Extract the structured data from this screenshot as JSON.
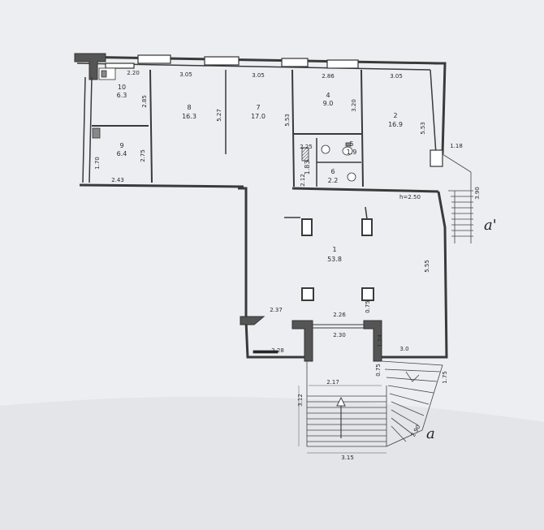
{
  "plan": {
    "rooms": [
      {
        "num": "10",
        "area": "6.3"
      },
      {
        "num": "8",
        "area": "16.3"
      },
      {
        "num": "7",
        "area": "17.0"
      },
      {
        "num": "4",
        "area": "9.0"
      },
      {
        "num": "2",
        "area": "16.9"
      },
      {
        "num": "9",
        "area": "6.4"
      },
      {
        "num": "5",
        "area": "1.9"
      },
      {
        "num": "6",
        "area": "2.2"
      },
      {
        "num": "3",
        "area": "1.8"
      },
      {
        "num": "1",
        "area": "53.8"
      }
    ],
    "dims": [
      "2.20",
      "3.05",
      "3.05",
      "2.86",
      "3.05",
      "2.85",
      "5.27",
      "5.53",
      "3.20",
      "5.53",
      "2.75",
      "1.70",
      "2.43",
      "2.25",
      "2.12",
      "1.18",
      "3.90",
      "h=2.50",
      "5.55",
      "2.37",
      "2.26",
      "2.30",
      "0.75",
      "1.24",
      "3.0",
      "2.28",
      "0.75",
      "1.75",
      "2.17",
      "3.12",
      "2.90",
      "3.15"
    ],
    "section_marks": [
      "a'",
      "a"
    ]
  }
}
